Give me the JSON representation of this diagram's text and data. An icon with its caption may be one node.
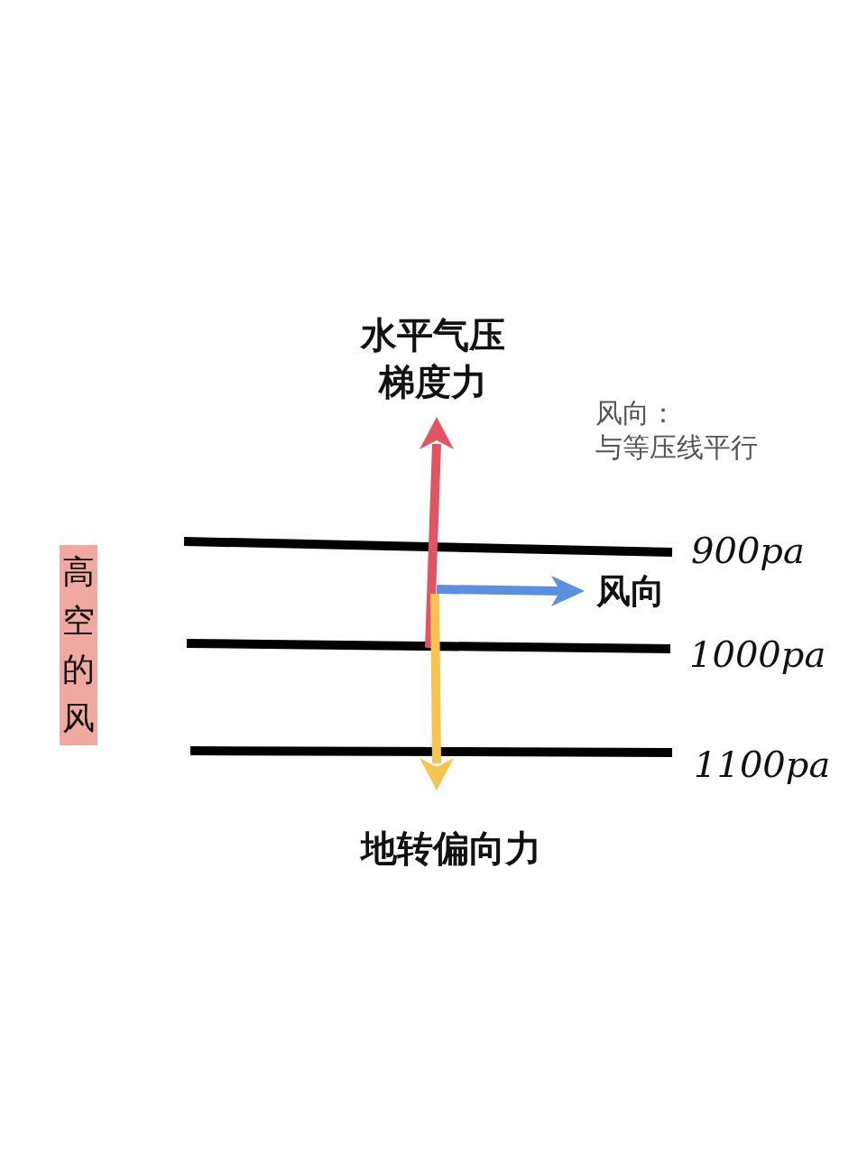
{
  "diagram": {
    "nodes": [
      {
        "text": [
          "高空的风"
        ]
      }
    ],
    "labels": [
      "水平气压梯度力",
      "风向：与等压线平行",
      "900pa",
      "风向",
      "1000pa",
      "1100pa",
      "地转偏向力"
    ]
  }
}
